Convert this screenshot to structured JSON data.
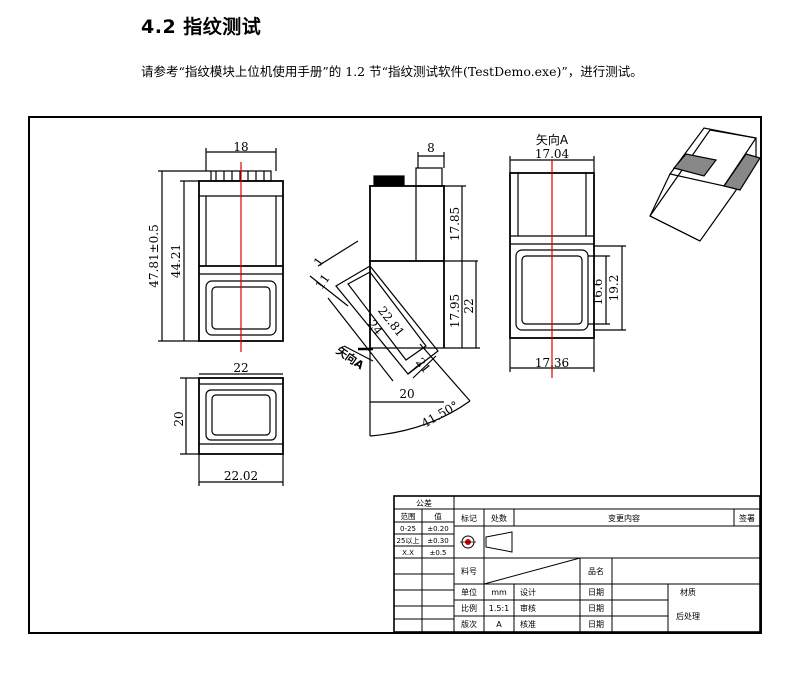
{
  "section": {
    "heading": "4.2  指纹测试",
    "instruction": "请参考“指纹模块上位机使用手册”的  1.2  节“指纹测试软件(TestDemo.exe)”，进行测试。"
  },
  "drawing": {
    "front_view": {
      "width_top": "18",
      "height_total": "47.81±0.5",
      "height_body": "44.21"
    },
    "side_view": {
      "offset_top": "8",
      "height_upper": "17.85",
      "height_lower": "17.95",
      "height_right": "22",
      "small_1": "1",
      "small_2": "11",
      "diag_1": "22.81",
      "diag_2": "24",
      "diag_3": "21",
      "view_arrow": "矢向A",
      "base_width": "20",
      "angle": "41.50°"
    },
    "view_a": {
      "label": "矢向A",
      "width_top": "17.04",
      "width_bottom": "17.36",
      "height_1": "16.6",
      "height_2": "19.2"
    },
    "bottom_view": {
      "width_top": "22",
      "height": "20",
      "width_bottom": "22.02"
    }
  },
  "title_block": {
    "tolerance_header": "公差",
    "tol_col_size": "范围",
    "tol_col_value": "值",
    "tol_rows": [
      {
        "range": "0-25",
        "value": "±0.20"
      },
      {
        "range": "25以上",
        "value": "±0.30"
      },
      {
        "range": "X.X",
        "value": "±0.5"
      }
    ],
    "mark": "标记",
    "count": "处数",
    "change": "变更内容",
    "sign": "签署",
    "material": "料号",
    "product": "品名",
    "unit_label": "单位",
    "unit_value": "mm",
    "design": "设计",
    "scale_label": "比例",
    "scale_value": "1.5:1",
    "review": "审核",
    "version_label": "版次",
    "version_value": "A",
    "approve": "核准",
    "date": "日期",
    "material_type": "材质",
    "post_process": "后处理"
  }
}
